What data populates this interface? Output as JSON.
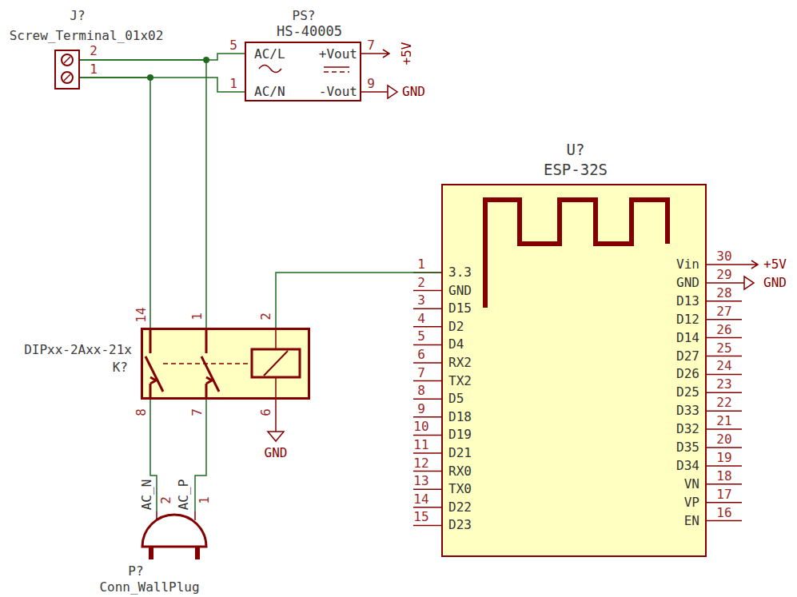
{
  "diagram": {
    "nodes": [
      {
        "text": [
          "J?",
          "Screw_Terminal_01x02"
        ]
      },
      {
        "text": [
          "PS?",
          "HS-40005",
          "AC/L",
          "+Vout",
          "AC/N",
          "-Vout"
        ]
      },
      {
        "text": [
          "U?",
          "ESP-32S",
          "3.3",
          "GND",
          "D15",
          "D2",
          "D4",
          "RX2",
          "TX2",
          "D5",
          "D18",
          "D19",
          "D21",
          "RX0",
          "TX0",
          "D22",
          "D23",
          "Vin",
          "GND",
          "D13",
          "D12",
          "D14",
          "D27",
          "D26",
          "D25",
          "D33",
          "D32",
          "D35",
          "D34",
          "VN",
          "VP",
          "EN"
        ]
      },
      {
        "text": [
          "DIPxx-2Axx-21x",
          "K?"
        ]
      },
      {
        "text": [
          "P?",
          "Conn_WallPlug"
        ]
      }
    ],
    "edges": [
      {
        "from": 0,
        "to": 1,
        "arrow": "none"
      },
      {
        "from": 0,
        "to": 1,
        "arrow": "none"
      },
      {
        "from": 0,
        "to": 3,
        "arrow": "none"
      },
      {
        "from": 0,
        "to": 3,
        "arrow": "none"
      },
      {
        "from": 3,
        "to": 2,
        "arrow": "none"
      },
      {
        "from": 3,
        "to": 4,
        "arrow": "none"
      },
      {
        "from": 3,
        "to": 4,
        "arrow": "none"
      }
    ],
    "labels": [
      "2",
      "1",
      "5",
      "1",
      "7",
      "9",
      "+5V",
      "GND",
      "1",
      "2",
      "3",
      "4",
      "5",
      "6",
      "7",
      "8",
      "9",
      "10",
      "11",
      "12",
      "13",
      "14",
      "15",
      "30",
      "29",
      "28",
      "27",
      "26",
      "25",
      "24",
      "23",
      "22",
      "21",
      "20",
      "19",
      "18",
      "17",
      "16",
      "+5V",
      "GND",
      "14",
      "1",
      "2",
      "8",
      "7",
      "6",
      "GND",
      "AC_N",
      "2",
      "AC_P",
      "1"
    ]
  }
}
